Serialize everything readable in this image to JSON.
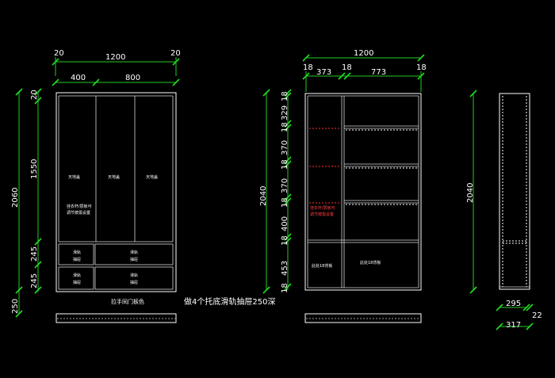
{
  "views": {
    "front": {
      "dims": {
        "top_left_margin": "20",
        "top_total": "1200",
        "top_right_margin": "20",
        "top_left_col": "400",
        "top_right_cols": "800",
        "left_top": "20",
        "left_main": "1550",
        "left_drawer1": "245",
        "left_drawer2": "245",
        "left_total": "2060",
        "left_base": "250"
      },
      "labels": {
        "door1": "天地盖",
        "door2": "天地盖",
        "door3": "天地盖",
        "note_line1": "挂衣杆/层板可",
        "note_line2": "调节按需设置",
        "drawer_a1": "滑轨",
        "drawer_a2": "抽屉",
        "drawer_b1": "滑轨",
        "drawer_b2": "抽屉",
        "drawer_c1": "滑轨",
        "drawer_c2": "抽屉",
        "drawer_d1": "滑轨",
        "drawer_d2": "抽屉",
        "handle_note": "拉手同门板色"
      }
    },
    "interior": {
      "dims": {
        "top_total": "1200",
        "top_18_left": "18",
        "top_373": "373",
        "top_18_mid": "18",
        "top_773": "773",
        "top_18_right": "18",
        "left_total": "2040",
        "s1": "18",
        "s2": "329",
        "s3": "18",
        "s4": "370",
        "s5": "18",
        "s6": "370",
        "s7": "18",
        "s8": "400",
        "s9": "18",
        "s10": "453",
        "s11": "18"
      },
      "labels": {
        "note_main": "做4个托底滑轨抽屉250深",
        "note_red1": "挂衣杆/层板可",
        "note_red2": "调节按需设置",
        "bottom_left": "此处18背板",
        "bottom_right": "此处18背板"
      }
    },
    "side": {
      "dims": {
        "left_total": "2040",
        "depth_295": "295",
        "depth_22": "22",
        "depth_317": "317"
      }
    }
  }
}
